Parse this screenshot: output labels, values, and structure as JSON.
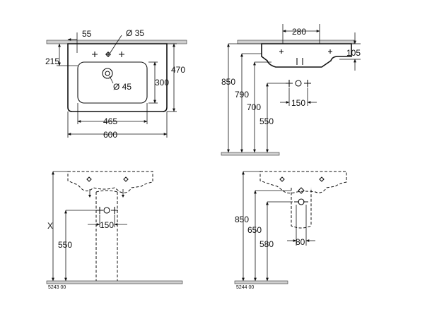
{
  "views": {
    "top": {
      "dims": {
        "offset_55": "55",
        "tap_hole": "Ø 35",
        "depth_215": "215",
        "overall_depth": "470",
        "bowl_depth": "300",
        "waste_hole": "Ø 45",
        "bowl_width": "465",
        "overall_width": "600"
      }
    },
    "side_with_pedestal": {
      "dims": {
        "outlet_width": "280",
        "rim_thickness": "105",
        "rim_height": "850",
        "outlet_height": "790",
        "drain_height": "700",
        "supply_height": "550",
        "supply_spacing": "150"
      }
    },
    "pedestal_front": {
      "dims": {
        "variable": "X",
        "supply_height": "550",
        "supply_spacing": "150"
      },
      "code": "5243 00"
    },
    "semi_pedestal_front": {
      "dims": {
        "rim_height": "850",
        "drain_height": "650",
        "supply_height": "580",
        "supply_spacing": "80"
      },
      "code": "5244 00"
    }
  }
}
